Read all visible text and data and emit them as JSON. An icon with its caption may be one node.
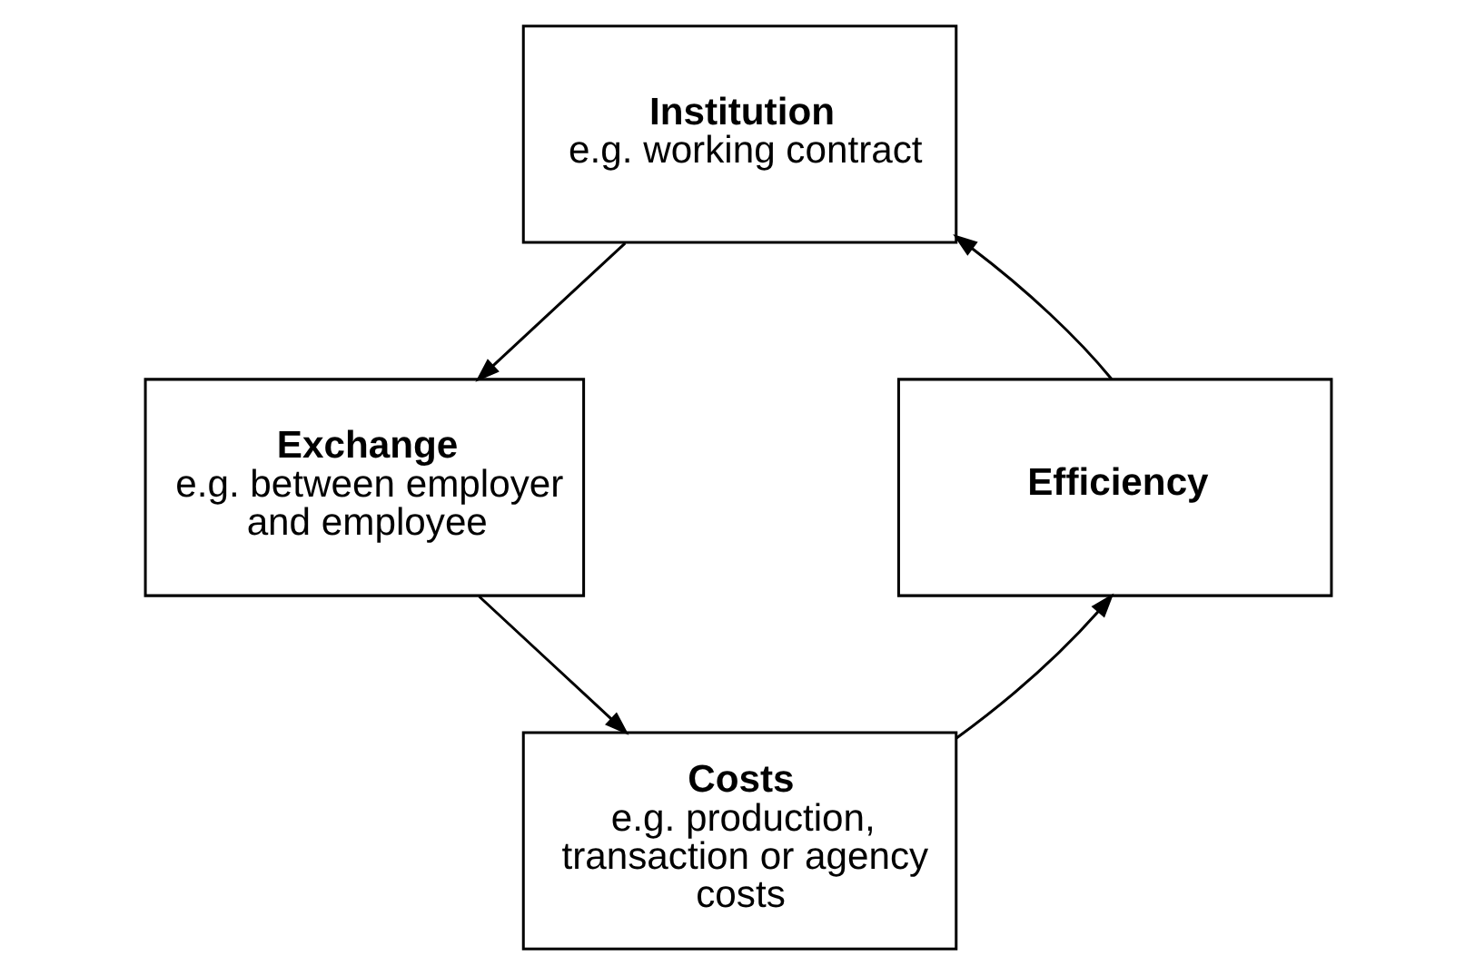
{
  "diagram": {
    "nodes": [
      {
        "text": [
          "Institution",
          "e.g. working contract"
        ]
      },
      {
        "text": [
          "Exchange",
          "e.g. between employer and employee"
        ]
      },
      {
        "text": [
          "Costs",
          "e.g. production, transaction or agency costs"
        ]
      },
      {
        "text": [
          "Efficiency"
        ]
      }
    ],
    "edges": [
      {
        "from": 0,
        "to": 1,
        "arrow": "to"
      },
      {
        "from": 1,
        "to": 2,
        "arrow": "to"
      },
      {
        "from": 2,
        "to": 3,
        "arrow": "to"
      },
      {
        "from": 3,
        "to": 0,
        "arrow": "to"
      }
    ]
  }
}
